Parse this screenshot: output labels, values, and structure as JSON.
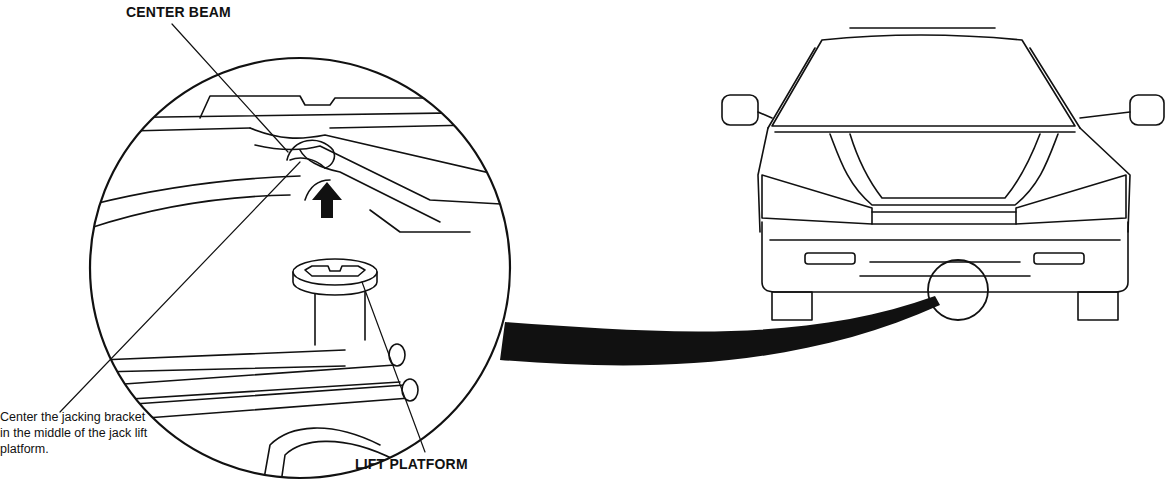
{
  "diagram": {
    "labels": [
      "CENTER BEAM",
      "Center the jacking bracket in the middle of the jack lift platform.",
      "LIFT PLATFORM"
    ]
  }
}
